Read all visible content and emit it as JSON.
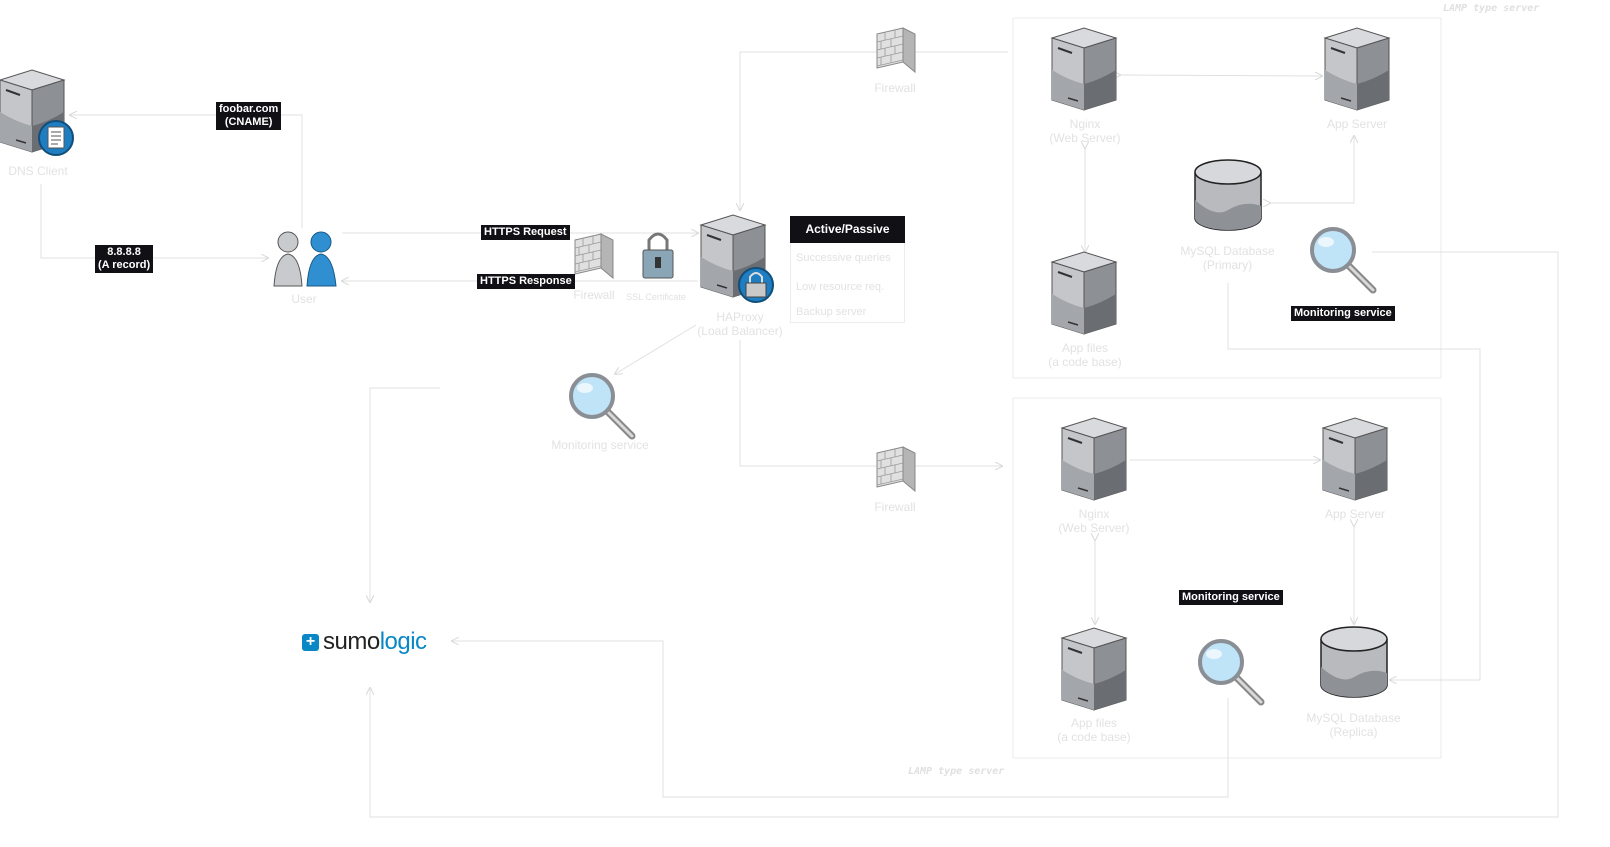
{
  "dns_client": {
    "label": "DNS Client"
  },
  "user": {
    "label": "User"
  },
  "edges": {
    "cname": {
      "line1": "foobar.com",
      "line2": "(CNAME)"
    },
    "a_record": {
      "line1": "8.8.8.8",
      "line2": "(A record)"
    },
    "https_request": "HTTPS Request",
    "https_response": "HTTPS Response"
  },
  "front": {
    "firewall": "Firewall",
    "ssl": "SSL Certificate",
    "haproxy": {
      "line1": "HAProxy",
      "line2": "(Load Balancer)"
    }
  },
  "active_passive": {
    "title": "Active/Passive",
    "items": [
      "Successive queries",
      "Low resource req.",
      "Backup server"
    ]
  },
  "monitoring_main": "Monitoring service",
  "sumologic": {
    "part1": "sumo",
    "part2": "logic"
  },
  "upper_cluster": {
    "caption": "LAMP type server",
    "firewall": "Firewall",
    "nginx": {
      "line1": "Nginx",
      "line2": "(Web Server)"
    },
    "app_server": "App Server",
    "db": {
      "line1": "MySQL Database",
      "line2": "(Primary)"
    },
    "app_files": {
      "line1": "App files",
      "line2": "(a code base)"
    },
    "monitoring": "Monitoring service"
  },
  "lower_cluster": {
    "caption": "LAMP type server",
    "firewall": "Firewall",
    "nginx": {
      "line1": "Nginx",
      "line2": "(Web Server)"
    },
    "app_server": "App Server",
    "db": {
      "line1": "MySQL Database",
      "line2": "(Replica)"
    },
    "app_files": {
      "line1": "App files",
      "line2": "(a code base)"
    },
    "monitoring": "Monitoring service"
  },
  "colors": {
    "tag_bg": "#111015",
    "server": "#b7b9bd",
    "user_blue": "#2f8fd0",
    "sumo_blue": "#0a88c6",
    "lens": "#bfe3f7"
  }
}
